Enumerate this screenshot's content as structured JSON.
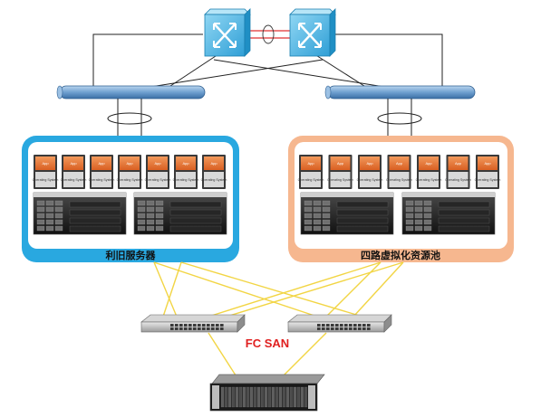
{
  "pools": {
    "left_label": "利旧服务器",
    "right_label": "四路虚拟化资源池"
  },
  "storage_network": {
    "label": "FC SAN"
  },
  "vm_tile": {
    "app_label": "App",
    "os_label": "Operating System"
  },
  "colors": {
    "left_pool_border": "#29a8e0",
    "right_pool_fill": "#f6b78f",
    "san_link": "#f2d544",
    "san_label": "#e02020",
    "core_switch": "#3fb9e8",
    "trunk_bar": "#6fa0d0",
    "vm_app": "#e8763a",
    "vm_os": "#d9d9d9"
  },
  "icons": [
    "core-switch-icon",
    "fc-switch-icon",
    "rack-server-icon",
    "storage-array-icon",
    "vm-icon"
  ]
}
